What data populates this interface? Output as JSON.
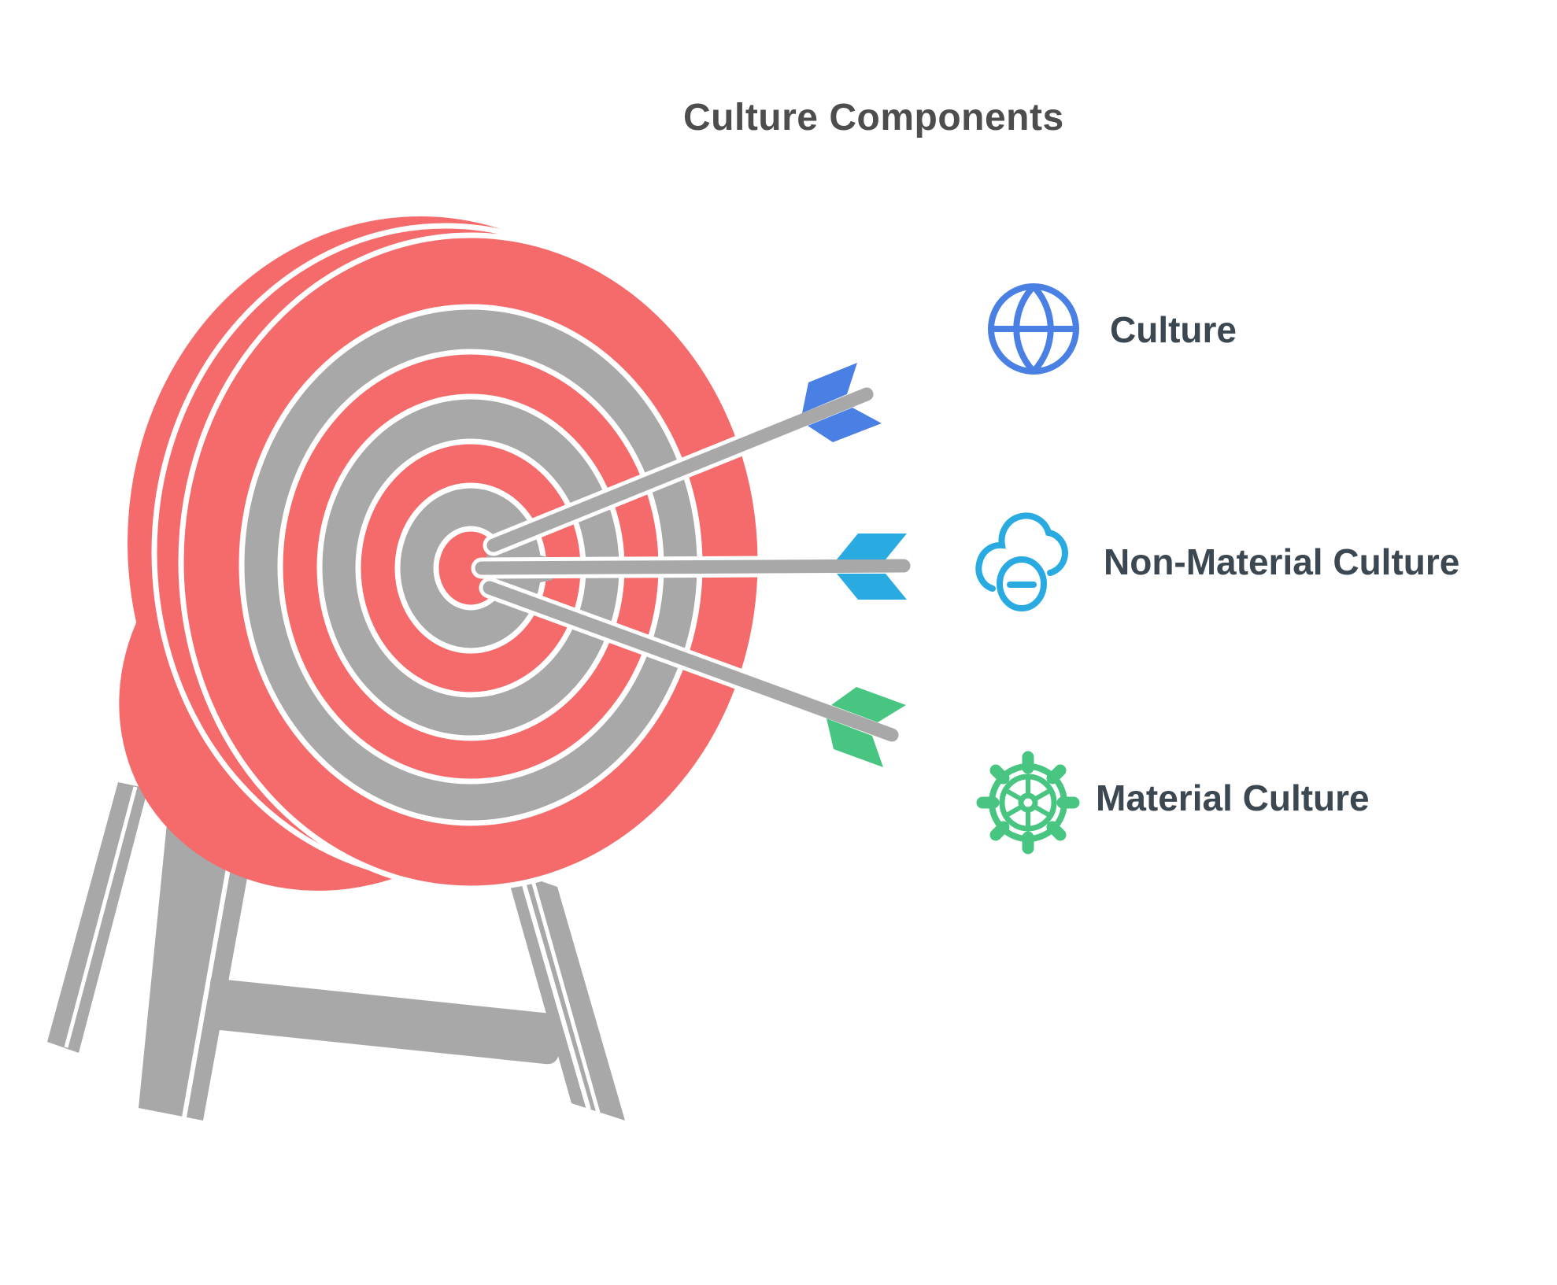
{
  "title": "Culture Components",
  "legend": {
    "items": [
      {
        "label": "Culture",
        "icon": "globe-icon",
        "color": "#4a80e4"
      },
      {
        "label": "Non-Material Culture",
        "icon": "cloud-minus-icon",
        "color": "#29abe2"
      },
      {
        "label": "Material Culture",
        "icon": "gear-icon",
        "color": "#48c581"
      }
    ]
  },
  "illustration": {
    "name": "archery-target-with-three-arrows",
    "arrows": [
      {
        "name": "arrow-culture",
        "fletch_color": "#4a80e4"
      },
      {
        "name": "arrow-non-material-culture",
        "fletch_color": "#29abe2"
      },
      {
        "name": "arrow-material-culture",
        "fletch_color": "#48c581"
      }
    ]
  },
  "colors": {
    "target_red": "#f56b6b",
    "target_gray": "#a8a8a8",
    "ring_separator": "#ffffff",
    "stand_gray": "#a8a8a8",
    "shaft_gray": "#a8a8a8",
    "title_text": "#4d4d4d",
    "label_text": "#3b4751",
    "background": "#ffffff"
  }
}
